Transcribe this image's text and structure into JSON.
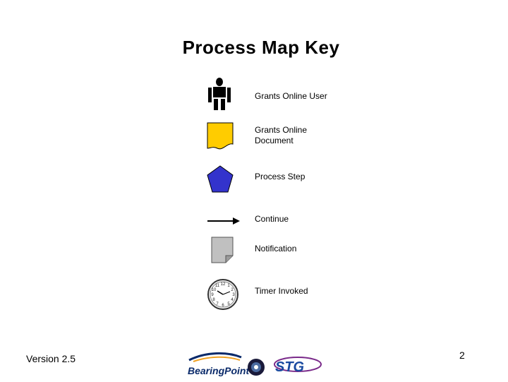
{
  "title": "Process Map Key",
  "key_items": [
    {
      "icon": "person-icon",
      "label_lines": [
        "Grants Online User"
      ]
    },
    {
      "icon": "document-icon",
      "label_lines": [
        "Grants Online",
        "Document"
      ]
    },
    {
      "icon": "pentagon-icon",
      "label_lines": [
        "Process Step"
      ]
    },
    {
      "icon": "arrow-icon",
      "label_lines": [
        "Continue"
      ]
    },
    {
      "icon": "notification-icon",
      "label_lines": [
        "Notification"
      ]
    },
    {
      "icon": "clock-icon",
      "label_lines": [
        "Timer Invoked"
      ]
    }
  ],
  "colors": {
    "document_fill": "#ffcc00",
    "process_step_fill": "#3333cc",
    "notification_fill": "#c0c0c0"
  },
  "footer": {
    "version": "Version 2.5",
    "page_number": "2",
    "logos": {
      "bearingpoint": "BearingPoint",
      "stg": "STG"
    }
  }
}
